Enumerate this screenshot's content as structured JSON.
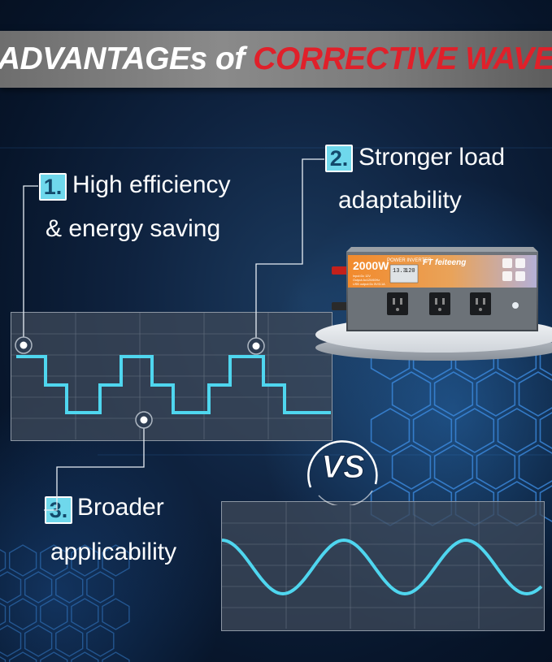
{
  "title": {
    "part1": "ADVANTAGEs of",
    "part2": "CORRECTIVE WAVE"
  },
  "advantages": [
    {
      "number": "1.",
      "line1": "High efficiency",
      "line2": "& energy saving"
    },
    {
      "number": "2.",
      "line1": "Stronger load",
      "line2": "adaptability"
    },
    {
      "number": "3.",
      "line1": "Broader",
      "line2": "applicability"
    }
  ],
  "vs_label": "VS",
  "product": {
    "power_label": "2000W",
    "model_label": "POWER INVERTER",
    "brand": "FT feiteeng",
    "lcd_values": [
      "13.3",
      "120"
    ],
    "spec_lines": [
      "Input:Dc 12V",
      "Output:Ac120/60Hz",
      "USB output:Dc 5V/3.1A"
    ]
  },
  "colors": {
    "accent_cyan": "#4fd6ef",
    "title_red": "#e0202a",
    "panel_border": "#8d97a4",
    "number_box": "#6fd8ec"
  }
}
